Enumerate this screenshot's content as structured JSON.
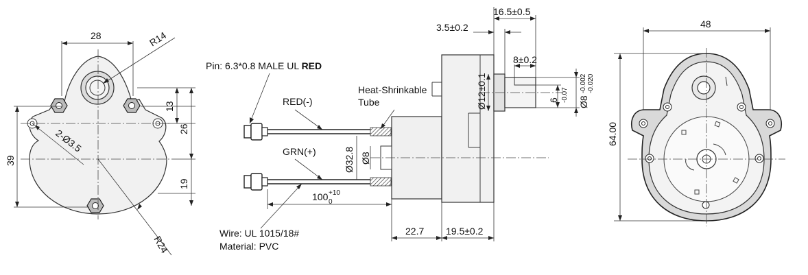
{
  "front_view": {
    "dims": {
      "width_top": "28",
      "radius_top": "R14",
      "height_left": "39",
      "holes": "2-Ø3.5",
      "h_upper": "13",
      "h_mid": "26",
      "h_lower": "19",
      "radius_bottom": "R24"
    }
  },
  "side_view": {
    "labels": {
      "pin": "Pin: 6.3*0.8 MALE  UL ",
      "pin_color": "RED",
      "red_wire": "RED(-)",
      "grn_wire": "GRN(+)",
      "heat_shrink_1": "Heat-Shrinkable",
      "heat_shrink_2": "Tube",
      "wire_spec_1": "Wire: UL 1015/18#",
      "wire_spec_2": "Material: PVC"
    },
    "dims": {
      "shaft_len": "16.5±0.5",
      "offset": "3.5±0.2",
      "shaft_flat": "8±0.2",
      "boss_dia": "Ø12±0.1",
      "flat_size": "6",
      "flat_tol": "-0.07",
      "shaft_dia": "Ø8",
      "shaft_tol_up": "-0.002",
      "shaft_tol_dn": "-0.020",
      "body_dia": "Ø32.8",
      "inner_dia": "Ø8",
      "wire_len": "100",
      "wire_tol_up": "+10",
      "wire_tol_dn": "0",
      "depth_a": "22.7",
      "depth_b": "19.5±0.2"
    }
  },
  "rear_view": {
    "dims": {
      "width": "48",
      "height": "64.00"
    }
  }
}
